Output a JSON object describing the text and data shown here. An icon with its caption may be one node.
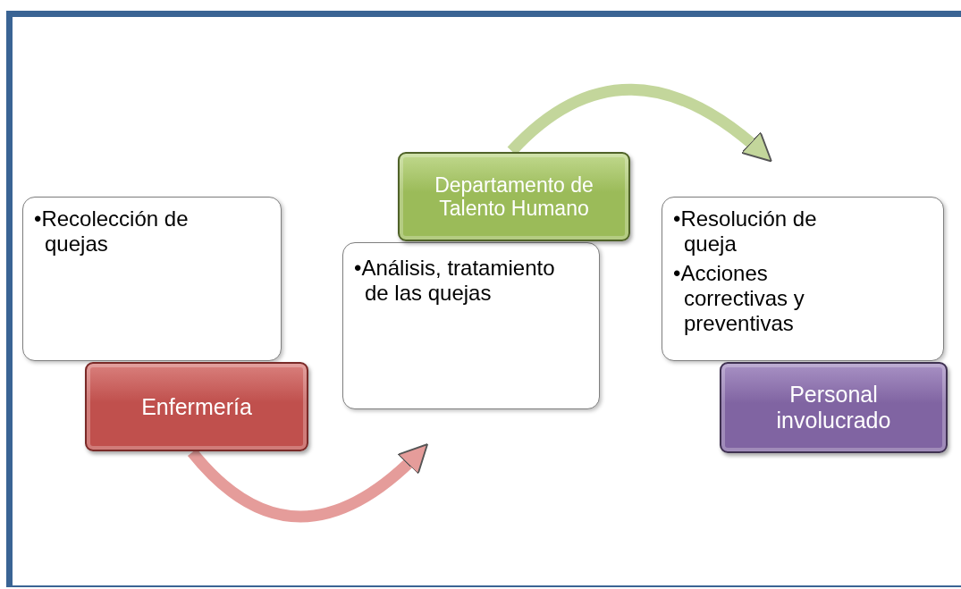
{
  "diagram": {
    "nodes": [
      {
        "text": [
          "•Recolección de quejas"
        ]
      },
      {
        "text": [
          "Enfermería"
        ]
      },
      {
        "text": [
          "•Análisis, tratamiento  de las quejas"
        ]
      },
      {
        "text": [
          "Departamento de Talento Humano"
        ]
      },
      {
        "text": [
          "•Resolución de queja",
          "•Acciones correctivas y preventivas"
        ]
      },
      {
        "text": [
          "Personal involucrado"
        ]
      }
    ],
    "edges": [
      {
        "from": 1,
        "to": 2,
        "arrow": "to",
        "color": "#e59c9a"
      },
      {
        "from": 3,
        "to": 4,
        "arrow": "to",
        "color": "#c3d69b"
      }
    ]
  }
}
